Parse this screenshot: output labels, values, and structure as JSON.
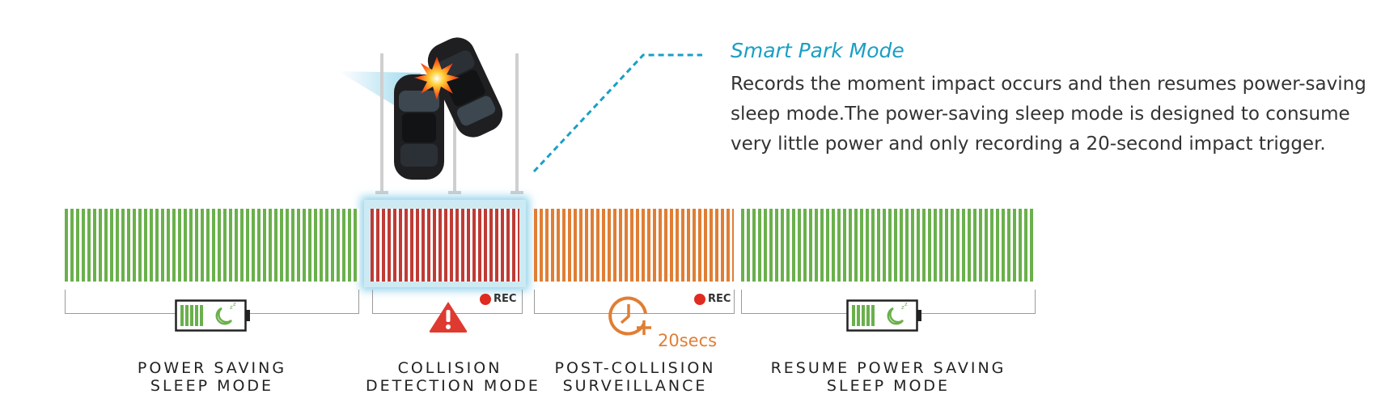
{
  "info": {
    "title": "Smart Park Mode",
    "description": "Records the moment impact occurs and then resumes power-saving sleep mode.The power-saving sleep mode is designed to consume very little power and only recording a 20-second impact trigger."
  },
  "stages": [
    {
      "label_line1": "POWER SAVING",
      "label_line2": "SLEEP MODE",
      "bar_color": "#6ab04c",
      "icon": "battery-sleep-icon"
    },
    {
      "label_line1": "COLLISION",
      "label_line2": "DETECTION MODE",
      "bar_color": "#bf3b35",
      "icon": "warning-triangle-icon",
      "rec": "REC"
    },
    {
      "label_line1": "POST-COLLISION",
      "label_line2": "SURVEILLANCE",
      "bar_color": "#e07e35",
      "icon": "clock-plus-icon",
      "rec": "REC",
      "duration": "20secs"
    },
    {
      "label_line1": "RESUME POWER SAVING",
      "label_line2": "SLEEP MODE",
      "bar_color": "#6ab04c",
      "icon": "battery-sleep-icon"
    }
  ],
  "colors": {
    "accent": "#1a9fc4",
    "sleep_green": "#6ab04c",
    "collision_red": "#bf3b35",
    "surveillance_orange": "#e07e35",
    "rec_red": "#e02b20"
  },
  "illustration": {
    "icon": "car-collision-icon"
  }
}
